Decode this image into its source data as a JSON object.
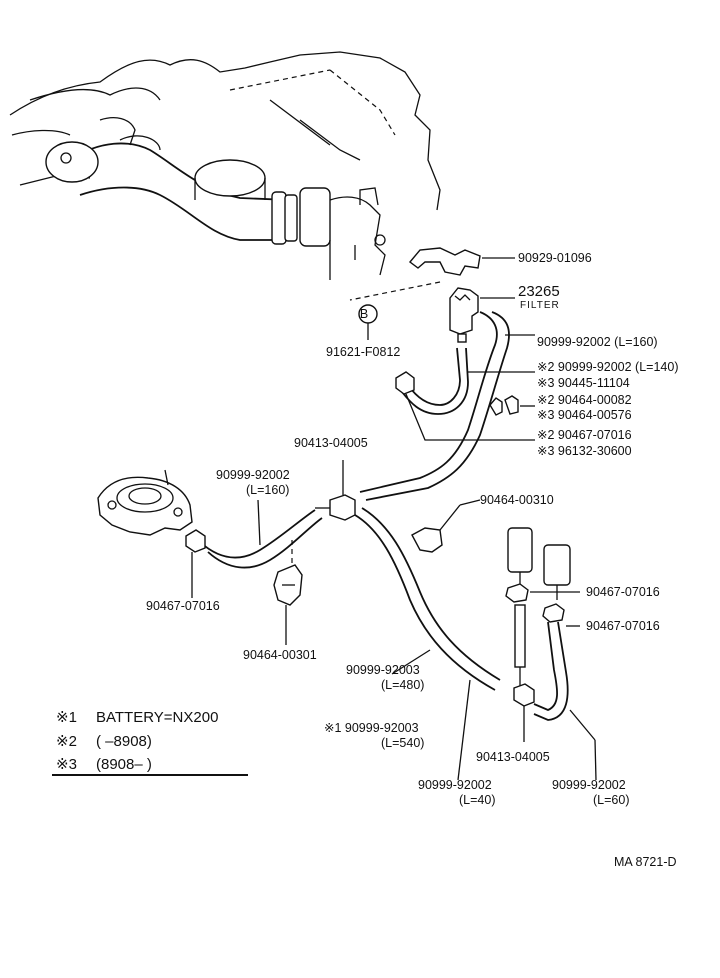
{
  "parts": {
    "p1": "90929-01096",
    "p2": "23265",
    "p2_sub": "FILTER",
    "p3": "90999-92002 (L=160)",
    "p4_a": "※2 90999-92002 (L=140)",
    "p4_b": "※3 90445-11104",
    "p5_a": "※2 90464-00082",
    "p5_b": "※3 90464-00576",
    "p6_a": "※2 90467-07016",
    "p6_b": "※3 96132-30600",
    "p7": "91621-F0812",
    "p7_mark": "B",
    "p8": "90413-04005",
    "p9_a": "90999-92002",
    "p9_b": "(L=160)",
    "p10": "90464-00310",
    "p11": "90467-07016",
    "p12": "90467-07016",
    "p13": "90467-07016",
    "p14": "90464-00301",
    "p15_a": "90999-92003",
    "p15_b": "(L=480)",
    "p15_c": "※1 90999-92003",
    "p15_d": "(L=540)",
    "p16": "90413-04005",
    "p17_a": "90999-92002",
    "p17_b": "(L=40)",
    "p18_a": "90999-92002",
    "p18_b": "(L=60)"
  },
  "notes": {
    "n1_mark": "※1",
    "n1_text": "BATTERY=NX200",
    "n2_mark": "※2",
    "n2_text": "(        –8908)",
    "n3_mark": "※3",
    "n3_text": "(8908–          )"
  },
  "footer": "MA  8721-D"
}
